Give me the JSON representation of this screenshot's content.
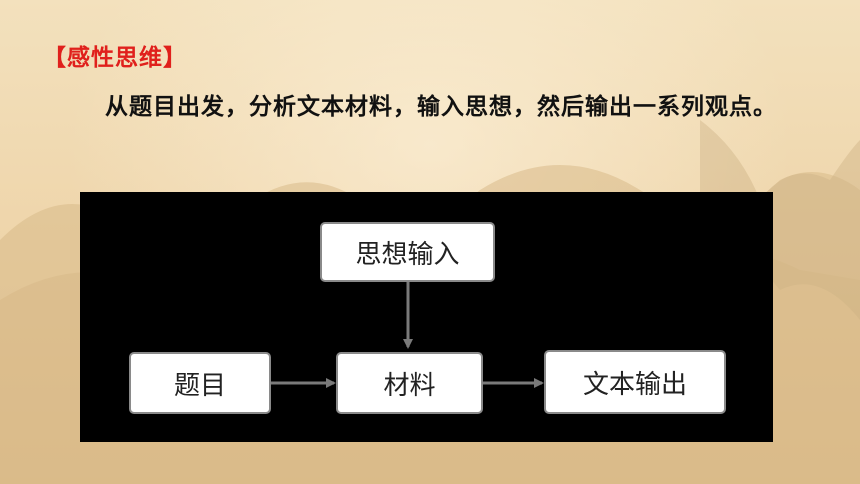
{
  "header": {
    "title": "【感性思维】"
  },
  "content": {
    "paragraph": "从题目出发，分析文本材料，输入思想，然后输出一系列观点。"
  },
  "diagram": {
    "nodes": {
      "input": "思想输入",
      "topic": "题目",
      "material": "材料",
      "output": "文本输出"
    }
  },
  "colors": {
    "title": "#e0201c",
    "panel": "#000000",
    "node_border": "#8a8a8a",
    "arrow": "#777777"
  }
}
